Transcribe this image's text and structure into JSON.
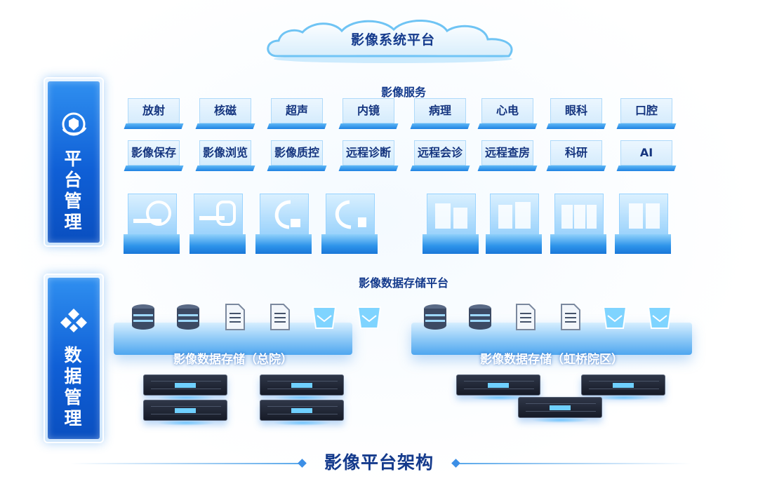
{
  "cloud": {
    "title": "影像系统平台"
  },
  "side_panels": [
    {
      "chars": [
        "平",
        "台",
        "管",
        "理"
      ],
      "icon": "platform-shield-icon"
    },
    {
      "chars": [
        "数",
        "据",
        "管",
        "理"
      ],
      "icon": "diamond-cluster-icon"
    }
  ],
  "services": {
    "title": "影像服务",
    "row1": [
      "放射",
      "核磁",
      "超声",
      "内镜",
      "病理",
      "心电",
      "眼科",
      "口腔"
    ],
    "row2": [
      "影像保存",
      "影像浏览",
      "影像质控",
      "远程诊断",
      "远程会诊",
      "远程查房",
      "科研",
      "AI"
    ]
  },
  "equipment": {
    "left": [
      "mri-machine-icon",
      "ct-scanner-icon",
      "c-arm-icon",
      "c-arm-icon"
    ],
    "right": [
      "server-rack-icon",
      "server-rack-icon",
      "server-rack-icon",
      "server-rack-icon"
    ]
  },
  "storage": {
    "title": "影像数据存储平台",
    "left_label": "影像数据存储（总院）",
    "right_label": "影像数据存储（虹桥院区）",
    "icons": [
      "database-icon",
      "database-icon",
      "document-icon",
      "document-icon",
      "bucket-icon",
      "bucket-icon"
    ]
  },
  "footer": {
    "title": "影像平台架构"
  },
  "colors": {
    "primary": "#0f5fd6",
    "accent": "#2d93ea",
    "text": "#143a8c"
  }
}
